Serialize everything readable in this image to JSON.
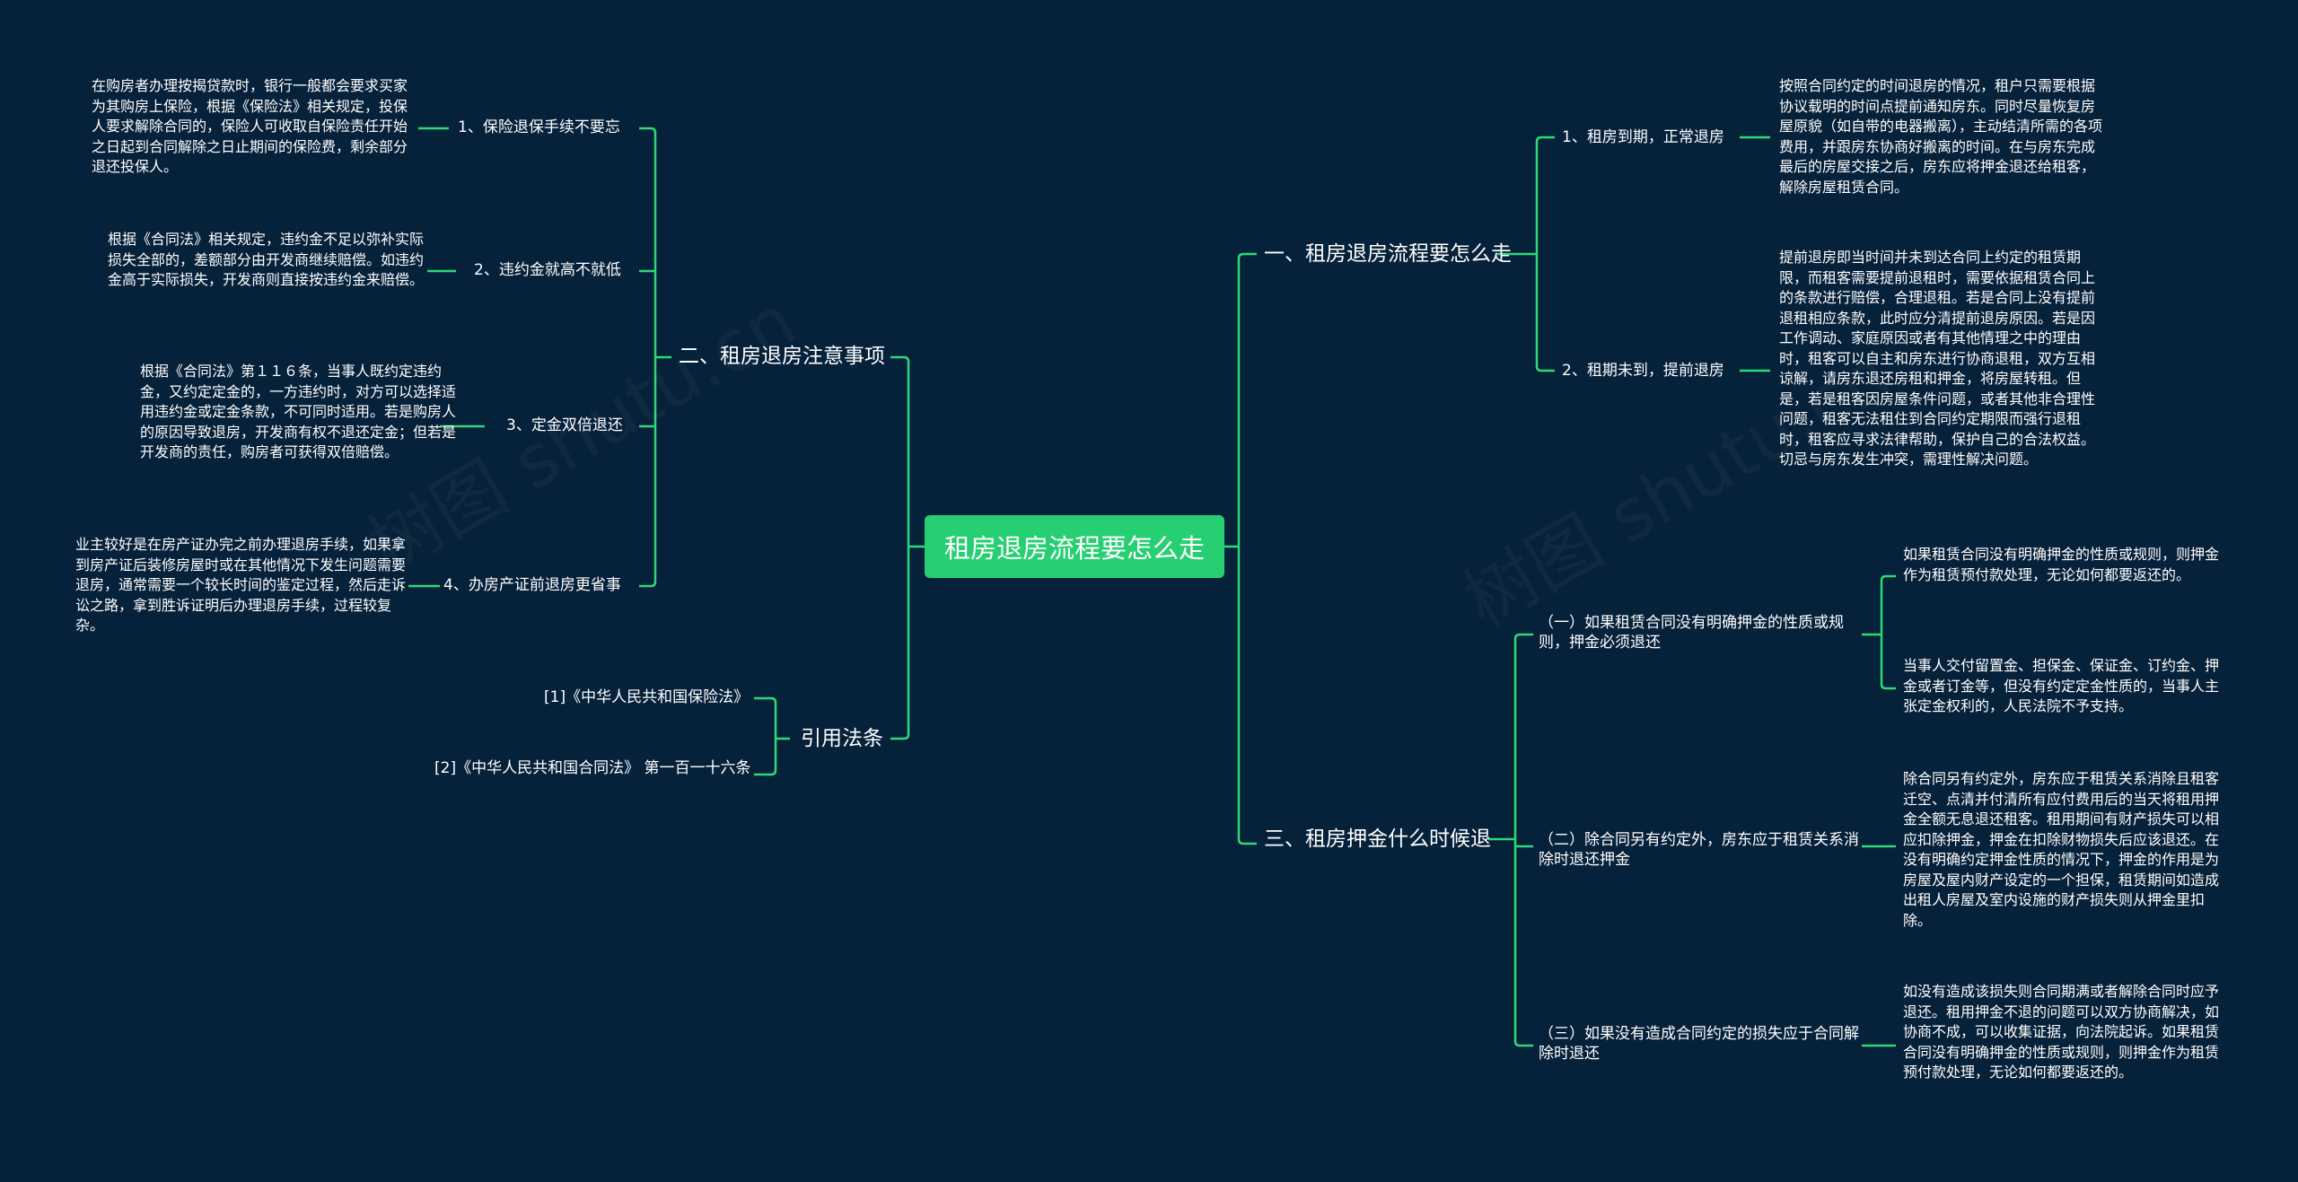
{
  "watermark": "树图 shutu.cn",
  "root": "租房退房流程要怎么走",
  "left": {
    "b2": {
      "label": "二、租房退房注意事项",
      "items": [
        {
          "label": "1、保险退保手续不要忘",
          "detail": "在购房者办理按揭贷款时，银行一般都会要求买家为其购房上保险，根据《保险法》相关规定，投保人要求解除合同的，保险人可收取自保险责任开始之日起到合同解除之日止期间的保险费，剩余部分退还投保人。"
        },
        {
          "label": "2、违约金就高不就低",
          "detail": "根据《合同法》相关规定，违约金不足以弥补实际损失全部的，差额部分由开发商继续赔偿。如违约金高于实际损失，开发商则直接按违约金来赔偿。"
        },
        {
          "label": "3、定金双倍退还",
          "detail": "根据《合同法》第１１６条，当事人既约定违约金，又约定定金的，一方违约时，对方可以选择适用违约金或定金条款，不可同时适用。若是购房人的原因导致退房，开发商有权不退还定金；但若是开发商的责任，购房者可获得双倍赔偿。"
        },
        {
          "label": "4、办房产证前退房更省事",
          "detail": "业主较好是在房产证办完之前办理退房手续，如果拿到房产证后装修房屋时或在其他情况下发生问题需要退房，通常需要一个较长时间的鉴定过程，然后走诉讼之路，拿到胜诉证明后办理退房手续，过程较复杂。"
        }
      ]
    },
    "b4": {
      "label": "引用法条",
      "items": [
        {
          "label": "[1]《中华人民共和国保险法》"
        },
        {
          "label": "[2]《中华人民共和国合同法》 第一百一十六条"
        }
      ]
    }
  },
  "right": {
    "b1": {
      "label": "一、租房退房流程要怎么走",
      "items": [
        {
          "label": "1、租房到期，正常退房",
          "detail": "按照合同约定的时间退房的情况，租户只需要根据协议载明的时间点提前通知房东。同时尽量恢复房屋原貌（如自带的电器搬离），主动结清所需的各项费用，并跟房东协商好搬离的时间。在与房东完成最后的房屋交接之后，房东应将押金退还给租客，解除房屋租赁合同。"
        },
        {
          "label": "2、租期未到，提前退房",
          "detail": "提前退房即当时间并未到达合同上约定的租赁期限，而租客需要提前退租时，需要依据租赁合同上的条款进行赔偿，合理退租。若是合同上没有提前退租相应条款，此时应分清提前退房原因。若是因工作调动、家庭原因或者有其他情理之中的理由时，租客可以自主和房东进行协商退租，双方互相谅解，请房东退还房租和押金，将房屋转租。但是，若是租客因房屋条件问题，或者其他非合理性问题，租客无法租住到合同约定期限而强行退租时，租客应寻求法律帮助，保护自己的合法权益。切忌与房东发生冲突，需理性解决问题。"
        }
      ]
    },
    "b3": {
      "label": "三、租房押金什么时候退",
      "items": [
        {
          "label": "（一）如果租赁合同没有明确押金的性质或规则，押金必须退还",
          "details": [
            "如果租赁合同没有明确押金的性质或规则，则押金作为租赁预付款处理，无论如何都要返还的。",
            "当事人交付留置金、担保金、保证金、订约金、押金或者订金等，但没有约定定金性质的，当事人主张定金权利的，人民法院不予支持。"
          ]
        },
        {
          "label": "（二）除合同另有约定外，房东应于租赁关系消除时退还押金",
          "details": [
            "除合同另有约定外，房东应于租赁关系消除且租客迁空、点清并付清所有应付费用后的当天将租用押金全额无息退还租客。租用期间有财产损失可以相应扣除押金，押金在扣除财物损失后应该退还。在没有明确约定押金性质的情况下，押金的作用是为房屋及屋内财产设定的一个担保，租赁期间如造成出租人房屋及室内设施的财产损失则从押金里扣除。"
          ]
        },
        {
          "label": "（三）如果没有造成合同约定的损失应于合同解除时退还",
          "details": [
            "如没有造成该损失则合同期满或者解除合同时应予退还。租用押金不退的问题可以双方协商解决，如协商不成，可以收集证据，向法院起诉。如果租赁合同没有明确押金的性质或规则，则押金作为租赁预付款处理，无论如何都要返还的。"
          ]
        }
      ]
    }
  }
}
